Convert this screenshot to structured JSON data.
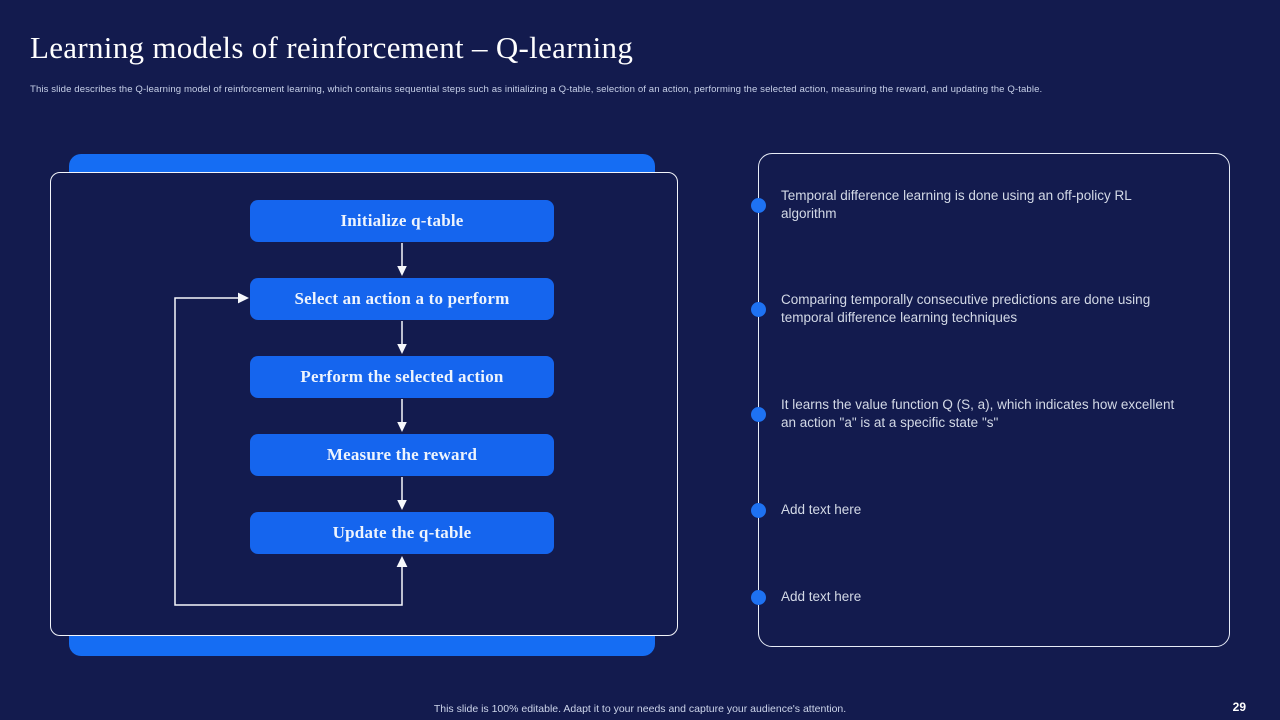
{
  "slide": {
    "title": "Learning models of reinforcement – Q-learning",
    "subtitle": "This slide describes the Q-learning model of reinforcement learning, which contains sequential steps such as initializing a Q-table, selection of an action, performing the selected action, measuring the reward, and updating the Q-table.",
    "footer_note": "This slide is 100% editable. Adapt it to your needs and capture your audience's attention.",
    "page_number": "29"
  },
  "flowchart": {
    "steps": [
      {
        "label": "Initialize q-table"
      },
      {
        "label": "Select an action a to perform"
      },
      {
        "label": "Perform the selected action"
      },
      {
        "label": "Measure the reward"
      },
      {
        "label": "Update the q-table"
      }
    ],
    "loop": "Update the q-table loops back to Select an action a to perform"
  },
  "right_panel": {
    "items": [
      {
        "text": "Temporal difference learning is done using an off-policy RL algorithm"
      },
      {
        "text": "Comparing temporally consecutive predictions are done using temporal difference learning techniques"
      },
      {
        "text": "It learns the value function Q (S, a), which indicates how excellent an action \"a\" is at a specific state \"s\""
      },
      {
        "text": "Add text here"
      },
      {
        "text": "Add text here"
      }
    ]
  },
  "colors": {
    "background": "#131b4e",
    "box_blue": "#1565ee",
    "bar_blue": "#156df3",
    "bullet_blue": "#1e72f2",
    "title_white": "#ffffff",
    "body_text": "#d3d9e6",
    "connector_white": "#f6f8fc"
  }
}
